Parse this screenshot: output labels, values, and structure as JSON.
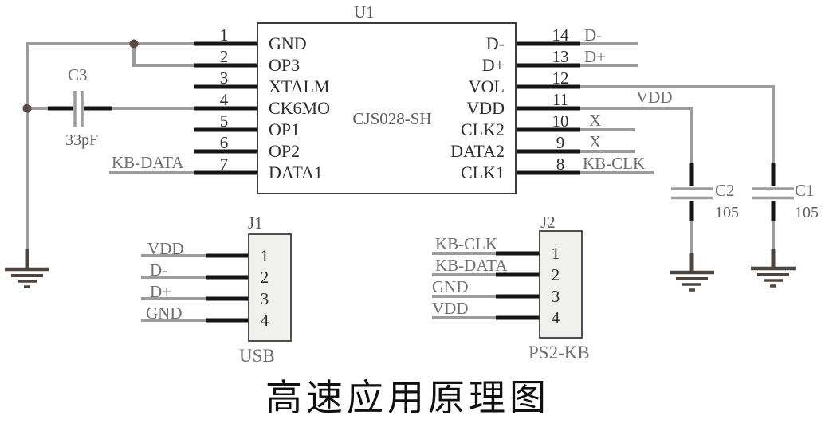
{
  "title": "高速应用原理图",
  "colors": {
    "wire_gray": "#9c9c9c",
    "wire_black": "#151515",
    "ground_dark": "#4f453e",
    "connector_fill": "#f0f0ed",
    "text_dark": "#2d2d2d",
    "text_gray": "#6e6e6e"
  },
  "chip": {
    "designator": "U1",
    "part": "CJS028-SH",
    "left_pins": [
      {
        "num": "1",
        "name": "GND"
      },
      {
        "num": "2",
        "name": "OP3"
      },
      {
        "num": "3",
        "name": "XTALM"
      },
      {
        "num": "4",
        "name": "CK6MO"
      },
      {
        "num": "5",
        "name": "OP1"
      },
      {
        "num": "6",
        "name": "OP2"
      },
      {
        "num": "7",
        "name": "DATA1"
      }
    ],
    "right_pins": [
      {
        "num": "14",
        "name": "D-",
        "net": "D-"
      },
      {
        "num": "13",
        "name": "D+",
        "net": "D+"
      },
      {
        "num": "12",
        "name": "VOL",
        "net": ""
      },
      {
        "num": "11",
        "name": "VDD",
        "net": "VDD"
      },
      {
        "num": "10",
        "name": "CLK2",
        "net": "X"
      },
      {
        "num": "9",
        "name": "DATA2",
        "net": "X"
      },
      {
        "num": "8",
        "name": "CLK1",
        "net": "KB-CLK"
      }
    ]
  },
  "left_nets": {
    "kb_data": "KB-DATA"
  },
  "capacitors": {
    "c3": {
      "designator": "C3",
      "value": "33pF"
    },
    "c2": {
      "designator": "C2",
      "value": "105"
    },
    "c1": {
      "designator": "C1",
      "value": "105"
    }
  },
  "connectors": {
    "j1": {
      "designator": "J1",
      "label": "USB",
      "pins": [
        {
          "num": "1",
          "net": "VDD"
        },
        {
          "num": "2",
          "net": "D-"
        },
        {
          "num": "3",
          "net": "D+"
        },
        {
          "num": "4",
          "net": "GND"
        }
      ]
    },
    "j2": {
      "designator": "J2",
      "label": "PS2-KB",
      "pins": [
        {
          "num": "1",
          "net": "KB-CLK"
        },
        {
          "num": "2",
          "net": "KB-DATA"
        },
        {
          "num": "3",
          "net": "GND"
        },
        {
          "num": "4",
          "net": "VDD"
        }
      ]
    }
  }
}
